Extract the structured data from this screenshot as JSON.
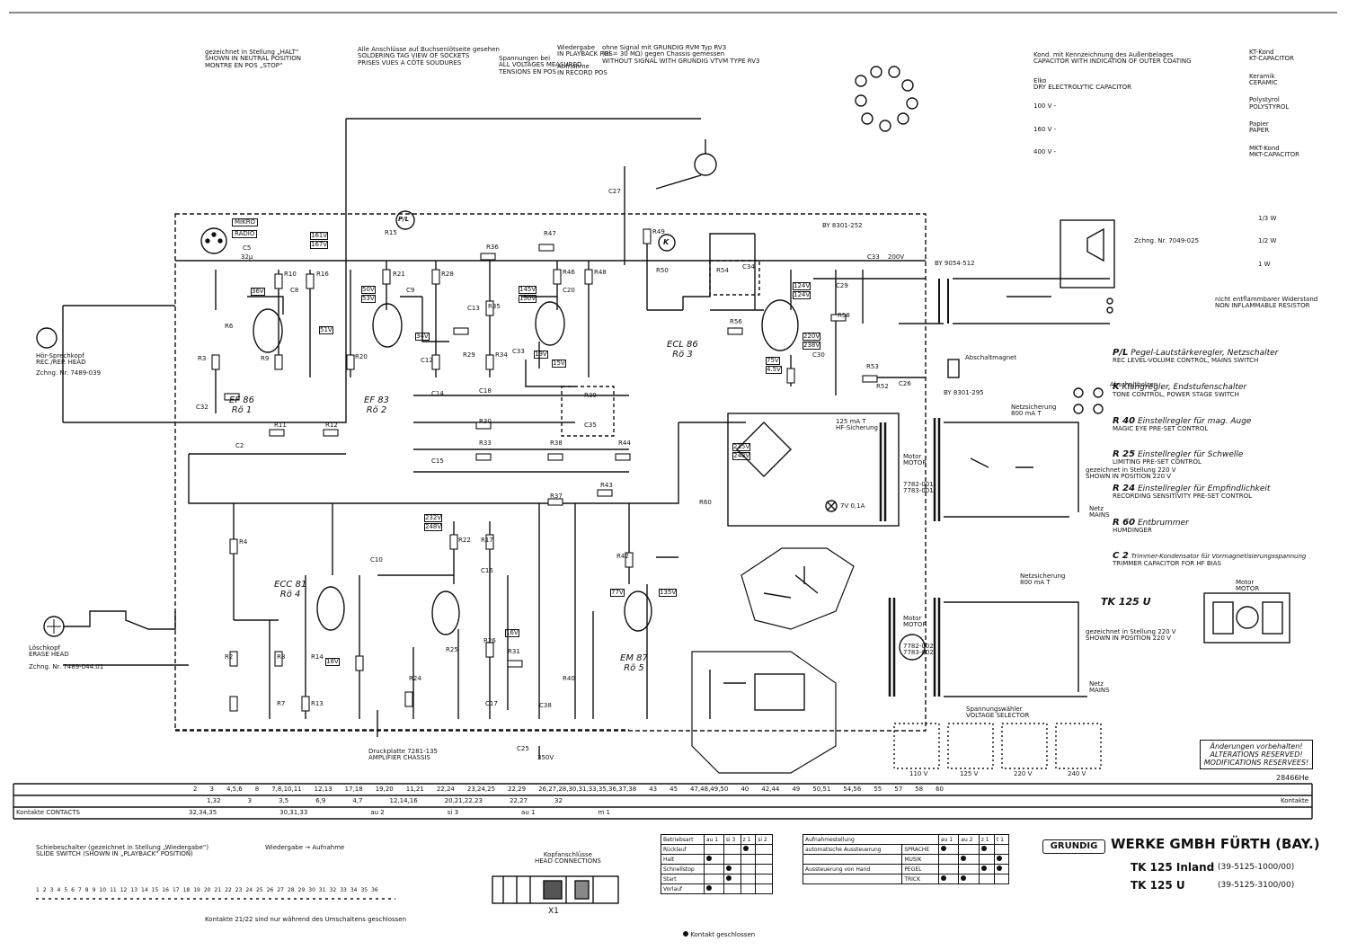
{
  "notes": {
    "halt": "gezeichnet in Stellung „HALT“",
    "halt_en": "SHOWN IN NEUTRAL POSITION",
    "halt_fr": "MONTRE EN POS „STOP“",
    "sockets": "Alle Anschlüsse auf Buchsenlötseite gesehen",
    "sockets_en": "SOLDERING TAG VIEW OF SOCKETS",
    "sockets_fr": "PRISES VUES A CÔTÉ SOUDURES",
    "voltages": "Spannungen bei",
    "voltages_en": "ALL VOLTAGES MEASURED",
    "voltages_fr": "TENSIONS EN POS",
    "wiedergabe": "Wiedergabe",
    "playback": "IN PLAYBACK POS",
    "aufnahme": "Aufnahme",
    "record": "IN RECORD POS",
    "signal": "ohne Signal mit GRUNDIG RVM Typ RV3",
    "signal2": "(Ri = 30 MΩ) gegen Chassis gemessen",
    "signal_en": "WITHOUT SIGNAL WITH GRUNDIG VTVM TYPE RV3",
    "drawing_no": "28466He",
    "printed_plate": "Druckplatte 7281-135",
    "printed_plate_en": "AMPLIFIER CHASSIS",
    "changes": "Änderungen vorbehalten!",
    "changes_en": "ALTERATIONS RESERVED!",
    "changes_fr": "MODIFICATIONS RESERVEES!"
  },
  "symbol_legend": [
    {
      "title": "Kond. mit Kennzeichnung des Außenbelages",
      "en": "CAPACITOR WITH INDICATION OF OUTER COATING"
    },
    {
      "title": "Elko",
      "en": "DRY ELECTROLYTIC CAPACITOR"
    },
    {
      "title": "100 V -",
      "en": ""
    },
    {
      "title": "160 V -",
      "en": ""
    },
    {
      "title": "400 V -",
      "en": ""
    }
  ],
  "cap_legend": [
    {
      "title": "KT-Kond",
      "en": "KT-CAPACITOR"
    },
    {
      "title": "Keramik",
      "en": "CERAMIC"
    },
    {
      "title": "Polystyrol",
      "en": "POLYSTYROL"
    },
    {
      "title": "Papier",
      "en": "PAPER"
    },
    {
      "title": "MKT-Kond",
      "en": "MKT-CAPACITOR"
    }
  ],
  "resistor_legend": [
    {
      "title": "1/3 W"
    },
    {
      "title": "1/2 W"
    },
    {
      "title": "1 W"
    },
    {
      "title": "nicht entflammbarer Widerstand",
      "en": "NON INFLAMMABLE RESISTOR"
    }
  ],
  "tubes": [
    {
      "name": "EF 86",
      "code": "Rö 1"
    },
    {
      "name": "EF 83",
      "code": "Rö 2"
    },
    {
      "name": "ECL 86",
      "code": "Rö 3"
    },
    {
      "name": "ECC 81",
      "code": "Rö 4"
    },
    {
      "name": "EM 87",
      "code": "Rö 5"
    }
  ],
  "component_labels": [
    "C5",
    "32µ",
    "R10",
    "R16",
    "R15",
    "R21",
    "R28",
    "C8",
    "C9",
    "R36",
    "R47",
    "R46",
    "R48",
    "C20",
    "C27",
    "R49",
    "R50",
    "R54",
    "C34",
    "R56",
    "R58",
    "C30",
    "R53",
    "R52",
    "C26",
    "R60",
    "C2",
    "R11",
    "R12",
    "C32",
    "R3",
    "R6",
    "R9",
    "R20",
    "R29",
    "R34",
    "R35",
    "C33",
    "C12",
    "C13",
    "C14",
    "C15",
    "C18",
    "C35",
    "R39",
    "R37",
    "R43",
    "R44",
    "R38",
    "R33",
    "R30",
    "R4",
    "R2",
    "R7",
    "R8",
    "R14",
    "R13",
    "C10",
    "C16",
    "R22",
    "R17",
    "R25",
    "R24",
    "R26",
    "R31",
    "C17",
    "R40",
    "R42",
    "C38",
    "C25",
    "C29",
    "C33",
    "BY 8301-252",
    "BY 9054-512",
    "BY 8301-295"
  ],
  "voltages": [
    "36V",
    "51V",
    "161V",
    "167V",
    "50V",
    "53V",
    "34V",
    "145V",
    "150V",
    "19V",
    "15V",
    "124V",
    "124V",
    "220V",
    "238V",
    "75V",
    "4.5V",
    "232V",
    "248V",
    "16V",
    "18V",
    "77V",
    "135V",
    "235V",
    "248V",
    "200V",
    "350V"
  ],
  "heads": {
    "record_head": "Hör-Sprechkopf",
    "record_head_en": "REC./REP. HEAD",
    "record_head_no": "Zchng. Nr. 7489-039",
    "erase_head": "Löschkopf",
    "erase_head_en": "ERASE HEAD",
    "erase_head_no": "Zchng. Nr. 7489-044.01",
    "speaker_no": "Zchng. Nr. 7049-025"
  },
  "inputs": {
    "mikro": "MIKRO",
    "radio": "RADIO",
    "pl": "P/L",
    "k": "K"
  },
  "side_legend": [
    {
      "key": "P/L",
      "text": "Pegel-Lautstärkeregler, Netzschalter",
      "en": "REC LEVEL-VOLUME CONTROL, MAINS SWITCH"
    },
    {
      "key": "K",
      "text": "Klangregler, Endstufenschalter",
      "en": "TONE CONTROL, POWER STAGE SWITCH"
    },
    {
      "key": "R 40",
      "text": "Einstellregler für mag. Auge",
      "en": "MAGIC EYE PRE-SET CONTROL"
    },
    {
      "key": "R 25",
      "text": "Einstellregler für Schwelle",
      "en": "LIMITING PRE-SET CONTROL"
    },
    {
      "key": "R 24",
      "text": "Einstellregler für Empfindlichkeit",
      "en": "RECORDING SENSITIVITY PRE-SET CONTROL"
    },
    {
      "key": "R 60",
      "text": "Entbrummer",
      "en": "HUMDINGER"
    },
    {
      "key": "C 2",
      "text": "Trimmer-Kondensator für Vormagnetisierungsspannung",
      "en": "TRIMMER CAPACITOR FOR HF BIAS"
    }
  ],
  "motor": {
    "title": "Motor",
    "en": "MOTOR",
    "no1": "7782-001",
    "no2": "7783-001",
    "no3": "7782-002",
    "no4": "7783-002"
  },
  "power": {
    "fuse": "125 mA T",
    "fuse_label": "HF-Sicherung",
    "mains_fuse": "800 mA T",
    "mains_fuse_label": "Netzsicherung",
    "bulb": "7V 0,1A",
    "net": "Netz",
    "net_en": "MAINS",
    "shown_220": "gezeichnet in Stellung 220 V",
    "shown_220_en": "SHOWN IN POSITION 220 V",
    "abschaltmagnet": "Abschaltmagnet",
    "abschaltbolzen": "Abschaltbolzen",
    "spannungswaehler": "Spannungswähler",
    "spannungswaehler_en": "VOLTAGE SELECTOR",
    "tk125u": "TK 125 U"
  },
  "voltage_selector": [
    "110 V",
    "125 V",
    "220 V",
    "240 V"
  ],
  "contact_rows": {
    "rowC": [
      "2",
      "3",
      "4,5,6",
      "8",
      "7,8,10,11",
      "12,13",
      "17,18",
      "19,20",
      "11,21",
      "22,24",
      "23,24,25",
      "22,29",
      "26,27,28,30,31,33,35,36,37,38",
      "43",
      "45",
      "47,48,49,50",
      "40",
      "42,44",
      "49",
      "50,51",
      "54,56",
      "55",
      "57",
      "58",
      "60"
    ],
    "rowB": [
      "1,32",
      "3",
      "3,5",
      "6,9",
      "4,7",
      "12,14,16",
      "20,21,22,23",
      "22,27",
      "32"
    ],
    "rowA": [
      "32,34,35",
      "30,31,33",
      "au 2",
      "si 3",
      "au 1",
      "m 1"
    ],
    "label_kontakte": "Kontakte",
    "label_contacts": "CONTACTS"
  },
  "switch_caption": {
    "title": "Schiebeschalter (gezeichnet in Stellung „Wiedergabe“)",
    "en": "SLIDE SWITCH (SHOWN IN „PLAYBACK“ POSITION)",
    "wiedergabe": "Wiedergabe",
    "aufnahme": "Aufnahme",
    "note": "Kontakte 21/22 sind nur während des Umschaltens geschlossen",
    "numbers": [
      "1",
      "2",
      "3",
      "4",
      "5",
      "6",
      "7",
      "8",
      "9",
      "10",
      "11",
      "12",
      "13",
      "14",
      "15",
      "16",
      "17",
      "18",
      "19",
      "20",
      "21",
      "22",
      "23",
      "24",
      "25",
      "26",
      "27",
      "28",
      "29",
      "30",
      "31",
      "32",
      "33",
      "34",
      "35",
      "36"
    ]
  },
  "head_connections": {
    "title": "Kopfanschlüsse",
    "en": "HEAD CONNECTIONS",
    "x": "X1"
  },
  "mode_table": {
    "headers": [
      "Betriebsart",
      "au 1",
      "si 3",
      "z 1",
      "si 2"
    ],
    "rows": [
      {
        "label": "Rücklauf",
        "dots": [
          0,
          0,
          1,
          0
        ]
      },
      {
        "label": "Halt",
        "dots": [
          1,
          0,
          0,
          0
        ]
      },
      {
        "label": "Schnellstop",
        "dots": [
          0,
          1,
          0,
          0
        ]
      },
      {
        "label": "Start",
        "dots": [
          0,
          1,
          0,
          0
        ]
      },
      {
        "label": "Vorlauf",
        "dots": [
          1,
          0,
          0,
          0
        ]
      }
    ],
    "note": "Kontakt geschlossen"
  },
  "record_table": {
    "headers": [
      "Aufnahmestellung",
      "au 1",
      "au 2",
      "z 1",
      "t 1"
    ],
    "rows": [
      {
        "label": "automatische Aussteuerung",
        "sub": "SPRACHE",
        "dots": [
          1,
          0,
          1,
          0
        ]
      },
      {
        "label": "",
        "sub": "MUSIK",
        "dots": [
          0,
          1,
          0,
          1
        ]
      },
      {
        "label": "Aussteuerung von Hand",
        "sub": "PEGEL",
        "dots": [
          0,
          0,
          1,
          1
        ]
      },
      {
        "label": "",
        "sub": "TRICK",
        "dots": [
          1,
          1,
          0,
          0
        ]
      }
    ]
  },
  "brand": {
    "logo": "GRUNDIG",
    "company": "WERKE GMBH FÜRTH (BAY.)",
    "model1": "TK 125 Inland",
    "code1": "(39-5125-1000/00)",
    "model2": "TK 125 U",
    "code2": "(39-5125-3100/00)"
  }
}
